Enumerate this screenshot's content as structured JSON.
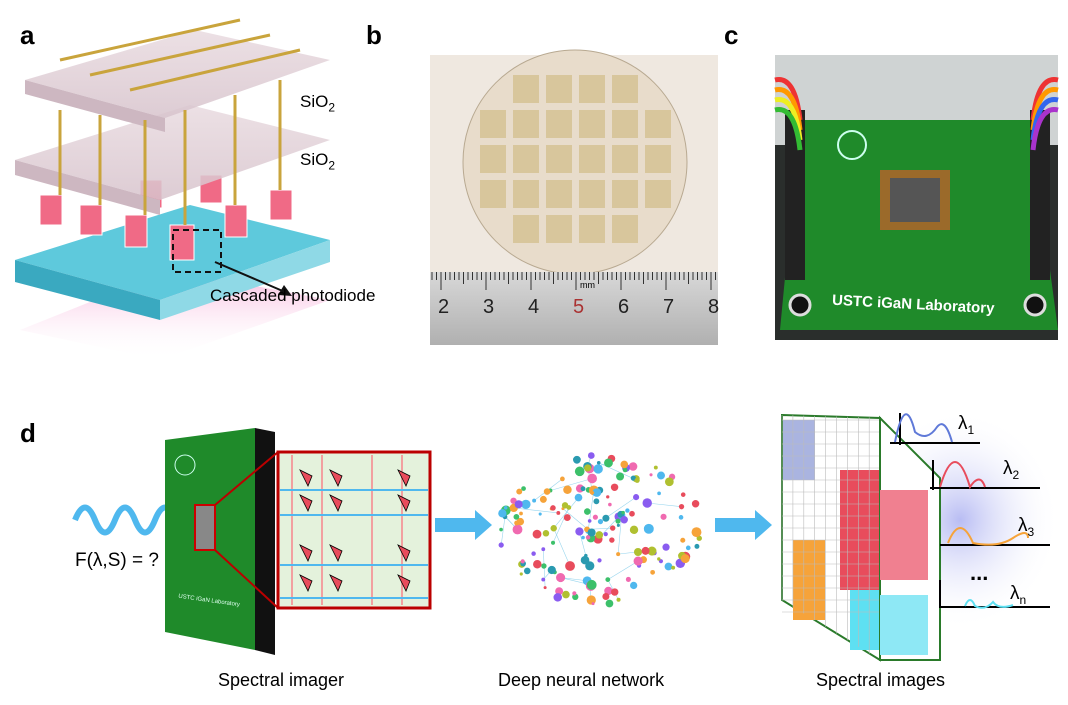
{
  "panels": {
    "a": {
      "label": "a",
      "layer1": "SiO",
      "layer2": "SiO",
      "sub": "2",
      "callout": "Cascaded photodiode"
    },
    "b": {
      "label": "b",
      "ruler_numbers": [
        "2",
        "3",
        "4",
        "5",
        "6",
        "7",
        "8"
      ],
      "ruler_unit": "mm"
    },
    "c": {
      "label": "c",
      "board_text": "USTC iGaN Laboratory"
    },
    "d": {
      "label": "d",
      "equation": "F(λ,S) = ?",
      "board_text": "USTC iGaN Laboratory",
      "captions": [
        "Spectral imager",
        "Deep neural network",
        "Spectral images"
      ],
      "lambdas": [
        {
          "base": "λ",
          "sub": "1"
        },
        {
          "base": "λ",
          "sub": "2"
        },
        {
          "base": "λ",
          "sub": "3"
        },
        {
          "base": "λ",
          "sub": "n"
        }
      ],
      "ellipsis": "..."
    }
  },
  "colors": {
    "board": "#1f8a2a",
    "accent_blue": "#4fb8ee",
    "red": "#e84c5c",
    "orange": "#f6a33a",
    "cyan": "#5ee0f2",
    "lavender": "#aab4e0"
  }
}
